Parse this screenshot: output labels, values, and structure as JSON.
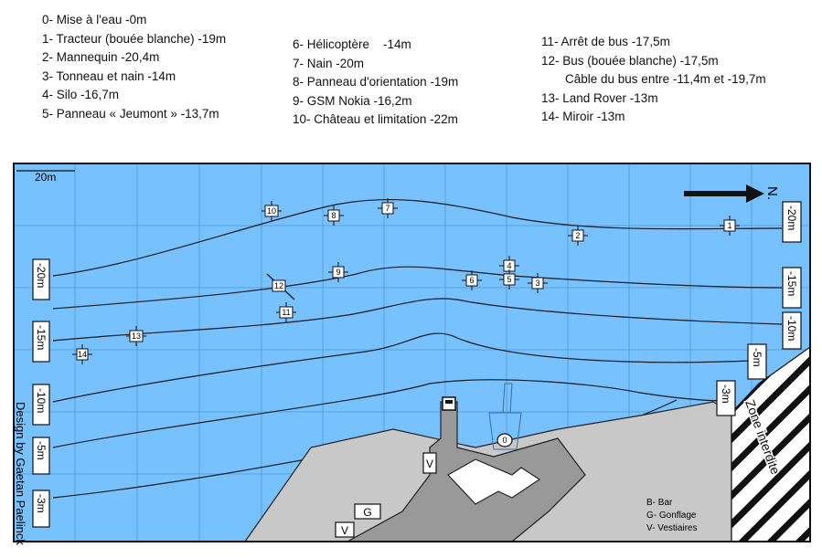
{
  "legend": {
    "col1": [
      "0- Mise à l'eau -0m",
      "1- Tracteur (bouée blanche) -19m",
      "2- Mannequin -20,4m",
      "3- Tonneau et nain -14m",
      "4- Silo -16,7m",
      "5- Panneau « Jeumont » -13,7m"
    ],
    "col2": [
      "6- Hélicoptère    -14m",
      "7- Nain -20m",
      "8- Panneau d'orientation -19m",
      "9- GSM Nokia -16,2m",
      "10- Château et limitation -22m"
    ],
    "col3": [
      "11- Arrêt de bus -17,5m",
      "12- Bus (bouée blanche) -17,5m",
      "Câble du bus entre -11,4m et -19,7m",
      "13- Land Rover -13m",
      "14- Miroir -13m"
    ]
  },
  "map": {
    "scale_label": "20m",
    "north_label": "N.",
    "credit": "Design by Gaetan Paelinck",
    "zone_label": "Zone interdite",
    "depths_left": [
      "-20m",
      "-15m",
      "-10m",
      "-5m",
      "-3m"
    ],
    "depths_right": [
      "-20m",
      "-15m",
      "-10m",
      "-5m",
      "-3m"
    ],
    "markers": [
      "0",
      "1",
      "2",
      "3",
      "4",
      "5",
      "6",
      "7",
      "8",
      "9",
      "10",
      "11",
      "12",
      "13",
      "14"
    ],
    "building_labels": [
      "V",
      "G",
      "V"
    ],
    "key": [
      "B- Bar",
      "G- Gonflage",
      "V- Vestiaires"
    ],
    "colors": {
      "water": "#77c1ff",
      "land": "#c8c8c8",
      "jetty": "#999999"
    }
  }
}
